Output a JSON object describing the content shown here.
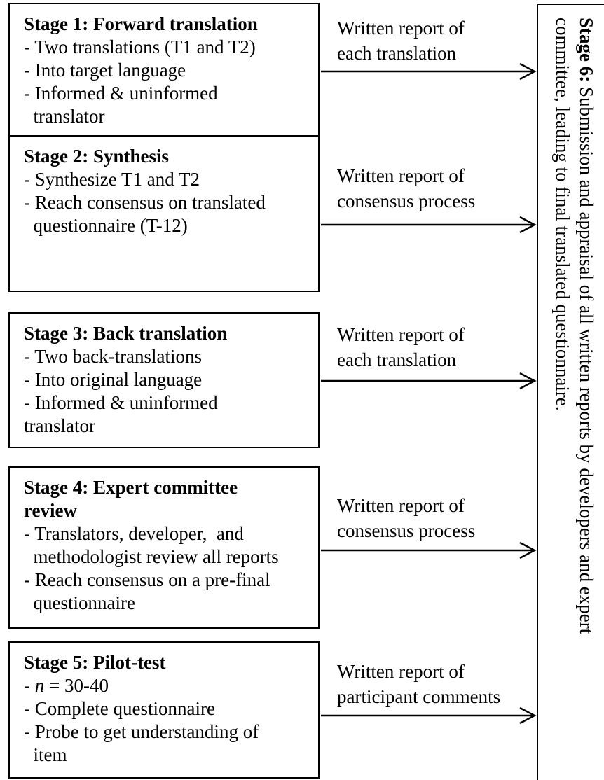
{
  "stages": [
    {
      "title": "Stage 1: Forward translation",
      "lines": [
        "- Two translations (T1 and T2)",
        "- Into target language",
        "- Informed & uninformed",
        "  translator"
      ],
      "report": [
        "Written report of",
        "each translation"
      ]
    },
    {
      "title": "Stage 2: Synthesis",
      "lines": [
        "- Synthesize T1 and T2",
        "- Reach consensus on translated",
        "  questionnaire (T-12)"
      ],
      "report": [
        "Written report of",
        "consensus process"
      ]
    },
    {
      "title": "Stage 3: Back translation",
      "lines": [
        "- Two back-translations",
        "- Into original language",
        "- Informed & uninformed",
        "translator"
      ],
      "report": [
        "Written report of",
        "each translation"
      ]
    },
    {
      "title": "Stage 4: Expert committee",
      "title2": "review",
      "lines": [
        "- Translators, developer,  and",
        "  methodologist review all reports",
        "- Reach consensus on a pre-final",
        "  questionnaire"
      ],
      "report": [
        "Written report of",
        "consensus process"
      ]
    },
    {
      "title": "Stage 5: Pilot-test",
      "n_prefix": "- ",
      "n_var": "n",
      "n_rest": " = 30-40",
      "lines": [
        "- Complete questionnaire",
        "- Probe to get understanding of",
        "  item"
      ],
      "report": [
        "Written report of",
        "participant comments"
      ]
    }
  ],
  "stage6": {
    "label": "Stage 6:",
    "line1": " Submission and appraisal of all written reports by developers and expert",
    "line2": "committee, leading to final translated questionnaire."
  }
}
